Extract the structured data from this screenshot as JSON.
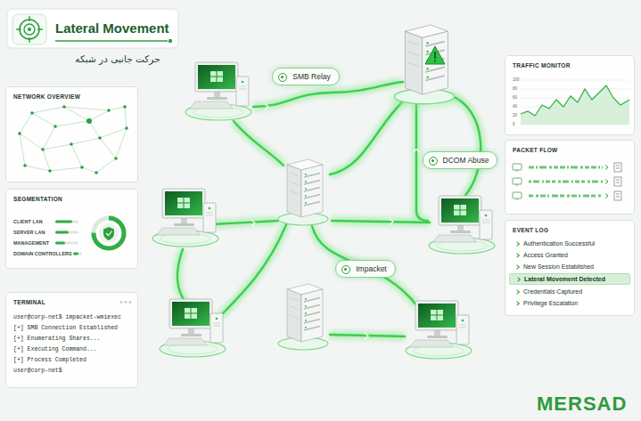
{
  "diagram": {
    "title": "Lateral Movement",
    "nodes": [
      {
        "text": [
          "NETWORK OVERVIEW"
        ]
      },
      {
        "text": [
          "SEGMENTATION",
          "CLIENT LAN",
          "SERVER LAN",
          "MANAGEMENT",
          "DOMAIN CONTROLLERS"
        ]
      },
      {
        "text": [
          "TERMINAL",
          "user@corp-net$ impacket-wmiexec",
          "[+] SMB Connection Established",
          "[+] Enumerating Shares...",
          "[+] Executing Command...",
          "[+] Process Completed",
          "user@corp-net$"
        ]
      },
      {
        "text": [
          "SMB Relay"
        ]
      },
      {
        "text": [
          "DCOM Abuse"
        ]
      },
      {
        "text": [
          "Impacket"
        ]
      },
      {
        "text": [
          "TRAFFIC MONITOR",
          "100",
          "80",
          "60",
          "40",
          "20",
          "0"
        ]
      },
      {
        "text": [
          "PACKET FLOW"
        ]
      },
      {
        "text": [
          "EVENT LOG",
          "Authentication Successful",
          "Access Granted",
          "New Session Established",
          "Lateral Movement Detected",
          "Credentials Captured",
          "Privilege Escalation"
        ]
      }
    ],
    "labels": [
      "حرکت جانبی در شبکه",
      "MERSAD"
    ]
  }
}
